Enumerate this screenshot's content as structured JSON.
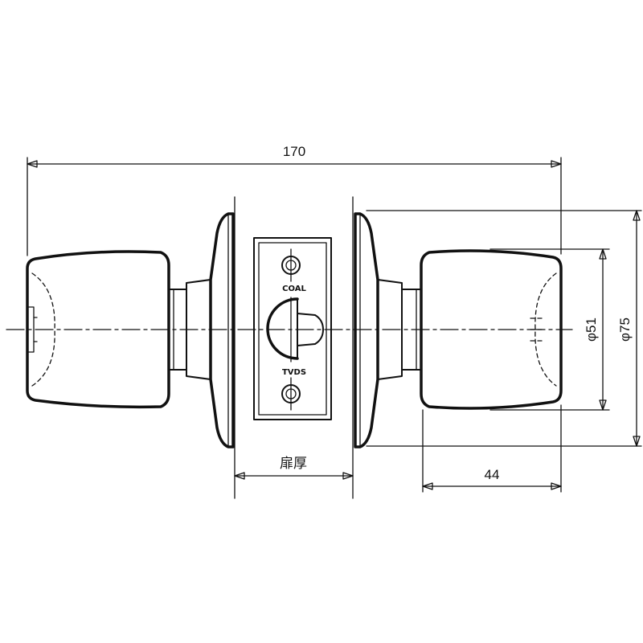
{
  "dimensions": {
    "overall_length": "170",
    "door_thickness": "扉厚",
    "knob_depth": "44",
    "knob_diameter": "φ51",
    "rose_diameter": "φ75"
  },
  "faceplate": {
    "marking_top": "COAL",
    "marking_bottom": "TVDS"
  },
  "colors": {
    "line": "#111111",
    "background": "#ffffff"
  }
}
